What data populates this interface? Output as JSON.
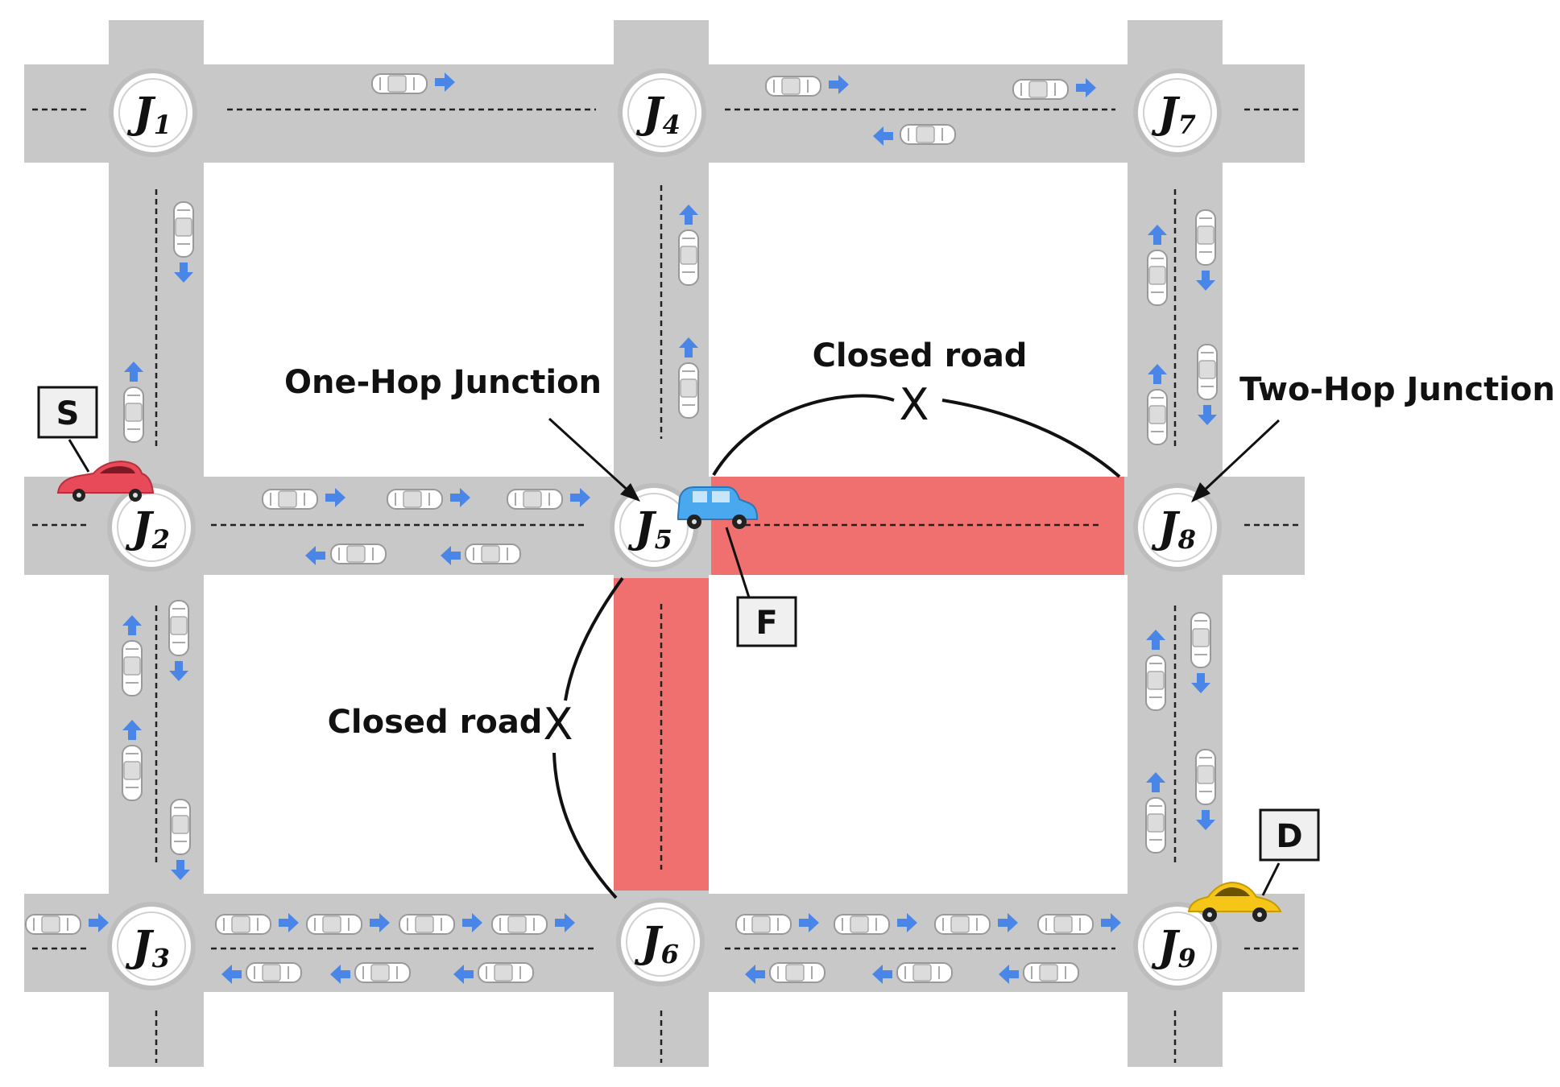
{
  "junctions": [
    {
      "id": "J1",
      "letter": "J",
      "sub": "1"
    },
    {
      "id": "J2",
      "letter": "J",
      "sub": "2"
    },
    {
      "id": "J3",
      "letter": "J",
      "sub": "3"
    },
    {
      "id": "J4",
      "letter": "J",
      "sub": "4"
    },
    {
      "id": "J5",
      "letter": "J",
      "sub": "5"
    },
    {
      "id": "J6",
      "letter": "J",
      "sub": "6"
    },
    {
      "id": "J7",
      "letter": "J",
      "sub": "7"
    },
    {
      "id": "J8",
      "letter": "J",
      "sub": "8"
    },
    {
      "id": "J9",
      "letter": "J",
      "sub": "9"
    }
  ],
  "labels": {
    "one_hop": "One-Hop Junction",
    "two_hop": "Two-Hop Junction",
    "closed_road_top": "Closed road",
    "closed_road_left": "Closed road",
    "closed_mark": "X"
  },
  "nodes": {
    "source": "S",
    "destination": "D",
    "forwarder": "F"
  },
  "colors": {
    "road": "#c8c8c8",
    "closed": "#f07070",
    "arrow": "#4a86e8",
    "source_car": "#e84a5a",
    "forwarder_car": "#4aa8ee",
    "destination_car": "#f5c518"
  }
}
